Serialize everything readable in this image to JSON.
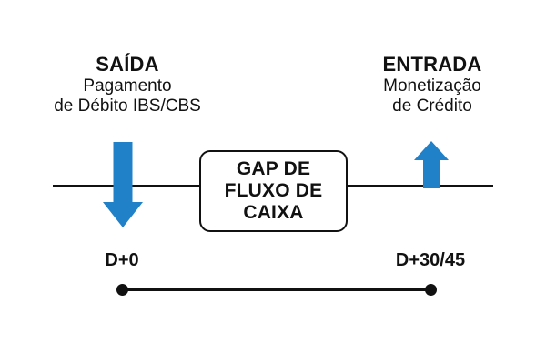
{
  "diagram": {
    "type": "timeline-flow",
    "background_color": "#ffffff",
    "line_color": "#111111",
    "accent_color": "#2080C8",
    "left_annotation": {
      "heading": "SAÍDA",
      "line1": "Pagamento",
      "line2": "de Débito IBS/CBS",
      "arrow_direction": "down",
      "arrow_meaning": "cash outflow"
    },
    "right_annotation": {
      "heading": "ENTRADA",
      "line1": "Monetização",
      "line2": "de Crédito",
      "arrow_direction": "up",
      "arrow_meaning": "cash inflow"
    },
    "center_box": {
      "line1": "GAP DE",
      "line2": "FLUXO DE",
      "line3": "CAIXA"
    },
    "timeline": {
      "start_label": "D+0",
      "end_label": "D+30/45",
      "span_description": "gap duration between outflow and inflow"
    }
  }
}
